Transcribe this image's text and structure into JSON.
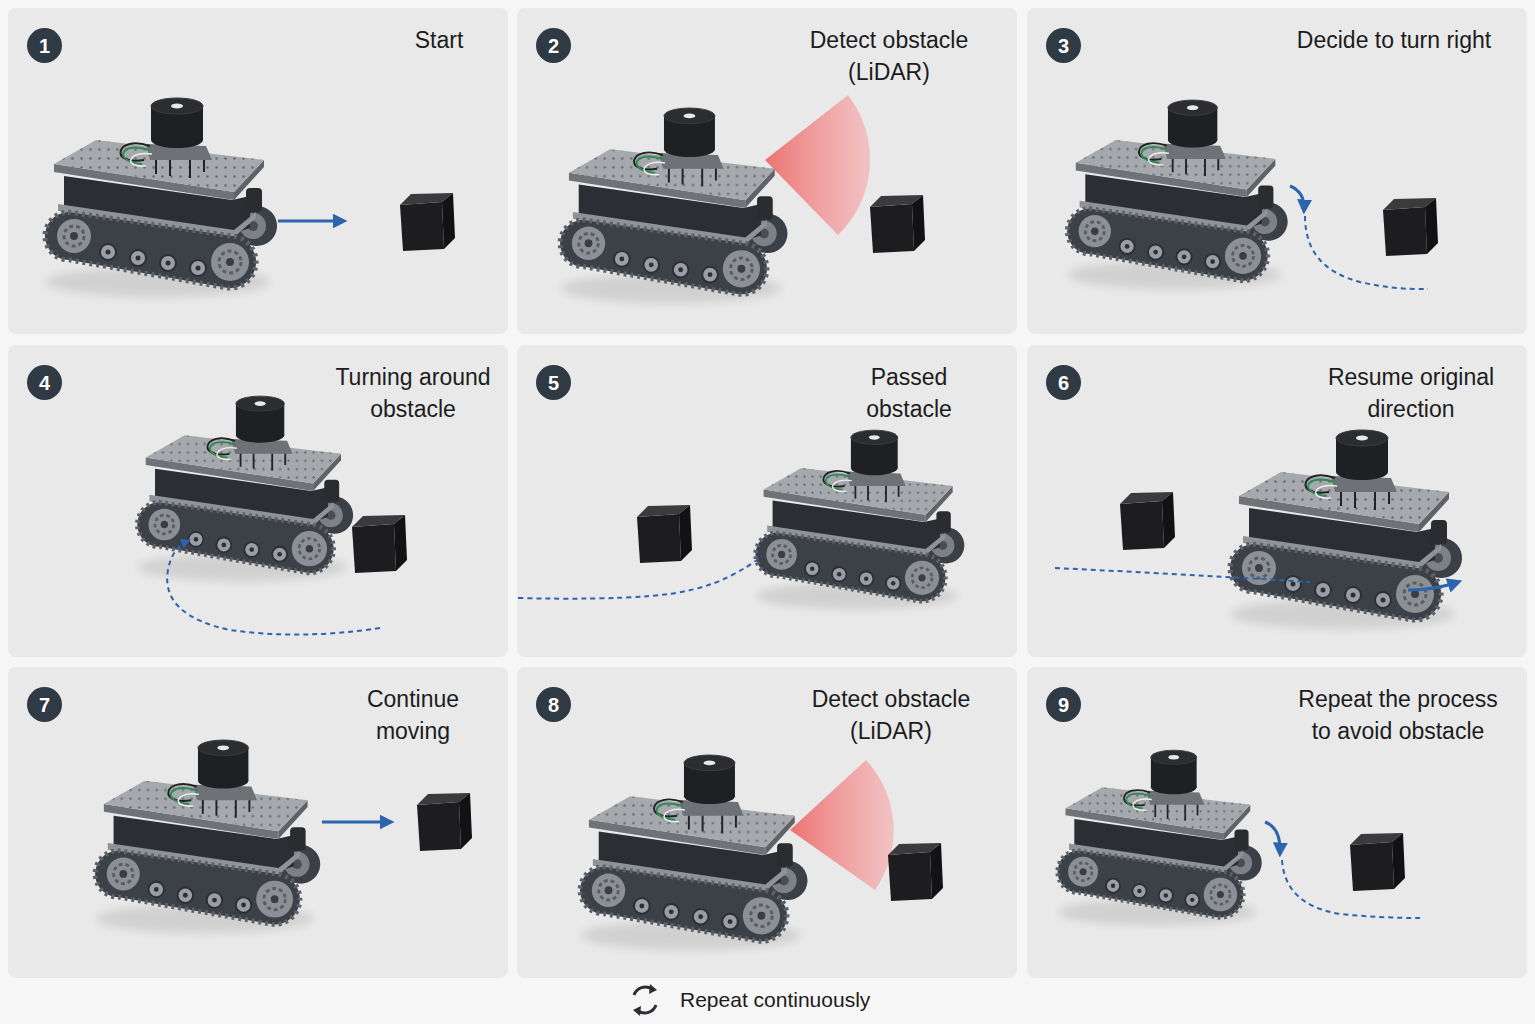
{
  "diagram": {
    "nodes": [
      {
        "text": [
          "Start"
        ]
      },
      {
        "text": [
          "1"
        ],
        "in": 0
      },
      {
        "text": [
          "Detect obstacle (LiDAR)"
        ]
      },
      {
        "text": [
          "2"
        ],
        "in": 2
      },
      {
        "text": [
          "Decide to turn right"
        ]
      },
      {
        "text": [
          "3"
        ],
        "in": 4
      },
      {
        "text": [
          "Turning around obstacle"
        ]
      },
      {
        "text": [
          "4"
        ],
        "in": 6
      },
      {
        "text": [
          "Passed obstacle"
        ]
      },
      {
        "text": [
          "5"
        ],
        "in": 8
      },
      {
        "text": [
          "Resume original direction"
        ]
      },
      {
        "text": [
          "6"
        ],
        "in": 10
      },
      {
        "text": [
          "Continue moving"
        ]
      },
      {
        "text": [
          "7"
        ],
        "in": 12
      },
      {
        "text": [
          "Detect obstacle (LiDAR)"
        ]
      },
      {
        "text": [
          "8"
        ],
        "in": 14
      },
      {
        "text": [
          "Repeat the process to avoid obstacle"
        ]
      },
      {
        "text": [
          "9"
        ],
        "in": 16
      }
    ],
    "labels": [
      "Repeat continuously"
    ]
  }
}
